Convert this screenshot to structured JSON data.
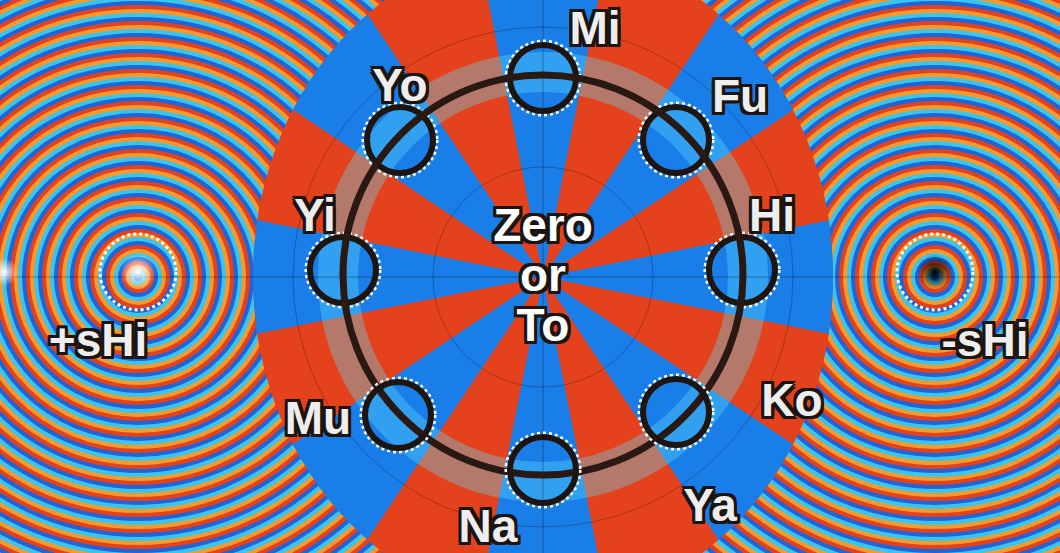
{
  "diagram": {
    "nodes": [
      {
        "text": [
          "Mi"
        ]
      },
      {
        "text": [
          "Yo"
        ]
      },
      {
        "text": [
          "Fu"
        ]
      },
      {
        "text": [
          "Yi"
        ]
      },
      {
        "text": [
          "Hi"
        ]
      },
      {
        "text": [
          "Zero or To"
        ]
      },
      {
        "text": [
          "+sHi"
        ]
      },
      {
        "text": [
          "-sHi"
        ]
      },
      {
        "text": [
          "Mu"
        ]
      },
      {
        "text": [
          "Ya"
        ]
      },
      {
        "text": [
          "Na"
        ]
      }
    ],
    "labels": [
      "Ko"
    ]
  }
}
